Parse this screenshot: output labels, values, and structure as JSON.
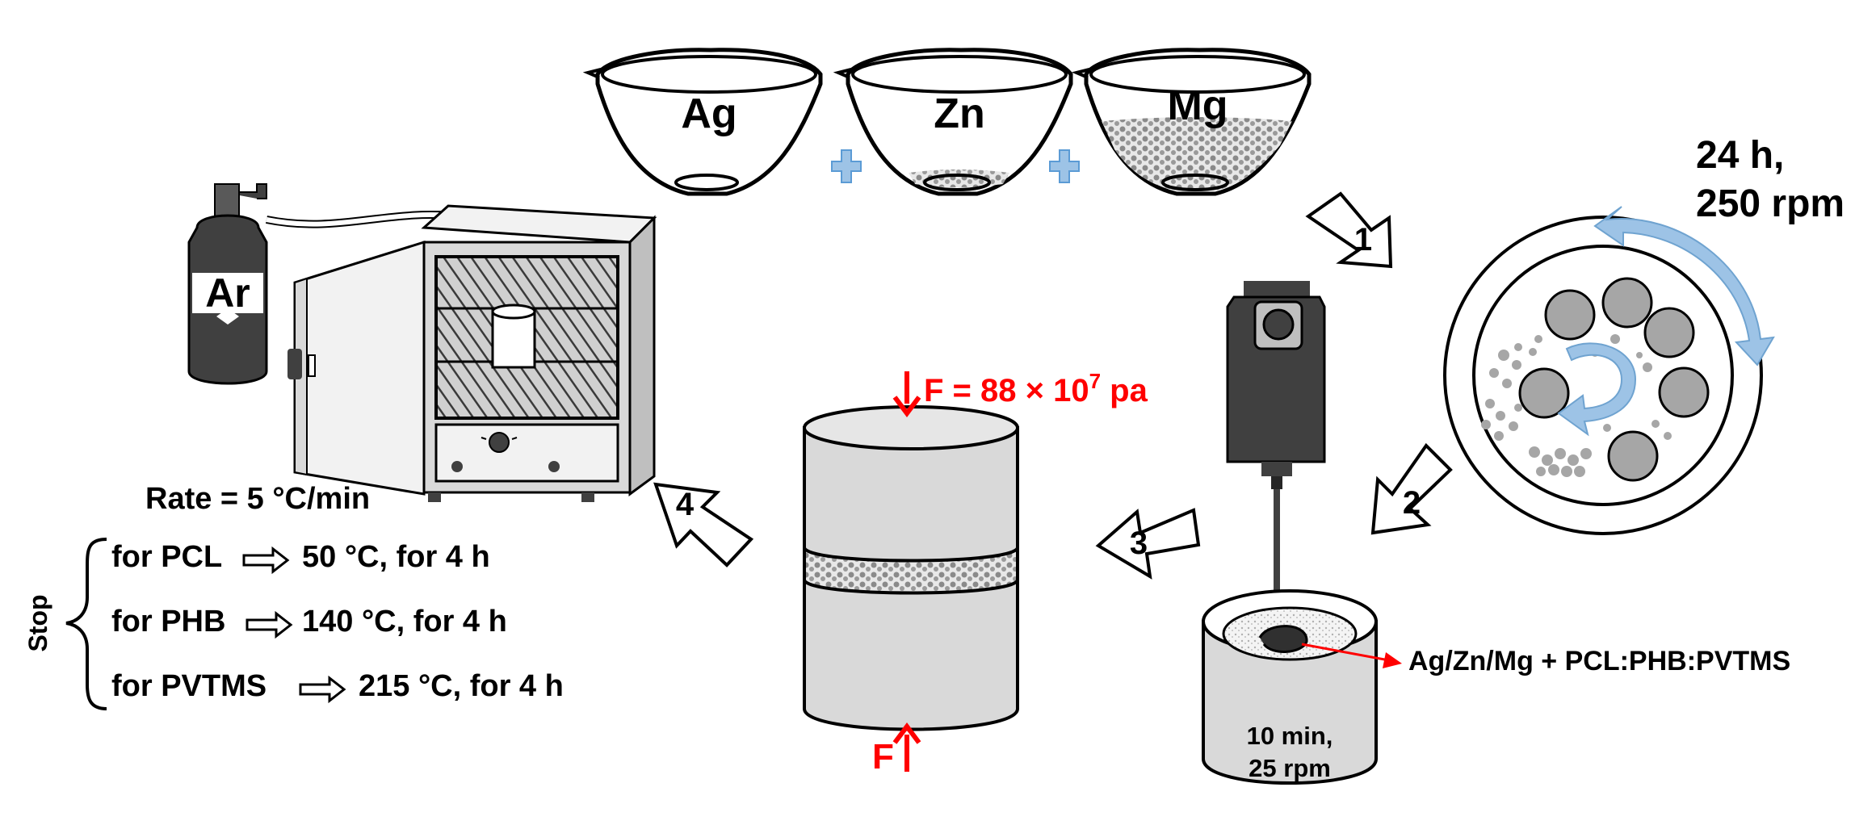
{
  "materials": {
    "ag": "Ag",
    "zn": "Zn",
    "mg": "Mg",
    "plus": "+"
  },
  "milling": {
    "time": "24 h,",
    "speed": "250 rpm"
  },
  "steps": {
    "s1": "1",
    "s2": "2",
    "s3": "3",
    "s4": "4"
  },
  "mixing": {
    "label": "Ag/Zn/Mg + PCL:PHB:PVTMS",
    "time": "10 min,",
    "speed": "25 rpm"
  },
  "pressing": {
    "force_top": "F = 88 × 10",
    "force_exp": "7",
    "force_unit": " pa",
    "force_bottom": "F"
  },
  "furnace": {
    "gas": "Ar",
    "rate": "Rate = 5 °C/min",
    "stop": "Stop",
    "rows": [
      {
        "polymer": "for PCL",
        "condition": "50 °C, for 4 h"
      },
      {
        "polymer": "for PHB",
        "condition": "140 °C, for 4 h"
      },
      {
        "polymer": "for PVTMS",
        "condition": "215 °C, for 4 h"
      }
    ]
  },
  "colors": {
    "accent_red": "#ff0000",
    "plus_blue": "#9dc3e6",
    "arrow_blue": "#9dc3e6",
    "ball_gray": "#a6a6a6",
    "body_gray": "#d9d9d9",
    "dark": "#404040"
  }
}
